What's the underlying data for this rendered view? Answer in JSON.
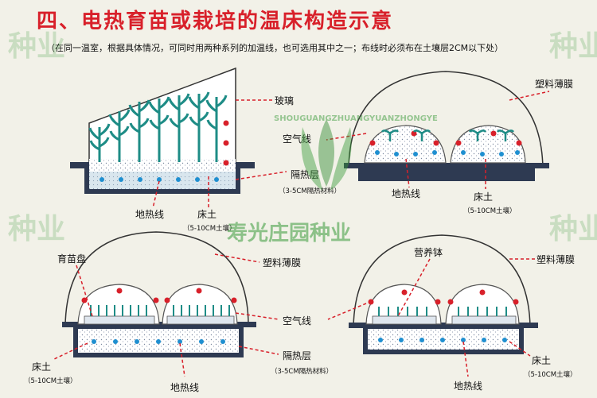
{
  "title": "四、电热育苗或栽培的温床构造示意",
  "subtitle": "（在同一温室，根据具体情况，可同时用两种系列的加温线，也可选用其中之一；布线时必须布在土壤层2CM以下处）",
  "labels": {
    "glass": "玻璃",
    "plastic_film": "塑料薄膜",
    "air_wire": "空气线",
    "insulation_layer": "隔热层",
    "insulation_note": "（3-5CM隔热材料）",
    "ground_wire": "地热线",
    "bed_soil": "床土",
    "soil_note": "（5-10CM土壤）",
    "seedling_tray": "育苗盘",
    "nutrition_pot": "营养钵"
  },
  "watermark": {
    "brand": "寿光庄园种业",
    "arc_text": "SHOUGUANGZHUANGYUANZHONGYE",
    "side_char": "种业"
  },
  "colors": {
    "title_red": "#d8202a",
    "leaf_teal": "#2aa89a",
    "bed_dark": "#2e3a52",
    "wire_blue": "#1f8fd0",
    "heat_red": "#d8202a",
    "watermark_green": "#3a9b3a"
  }
}
